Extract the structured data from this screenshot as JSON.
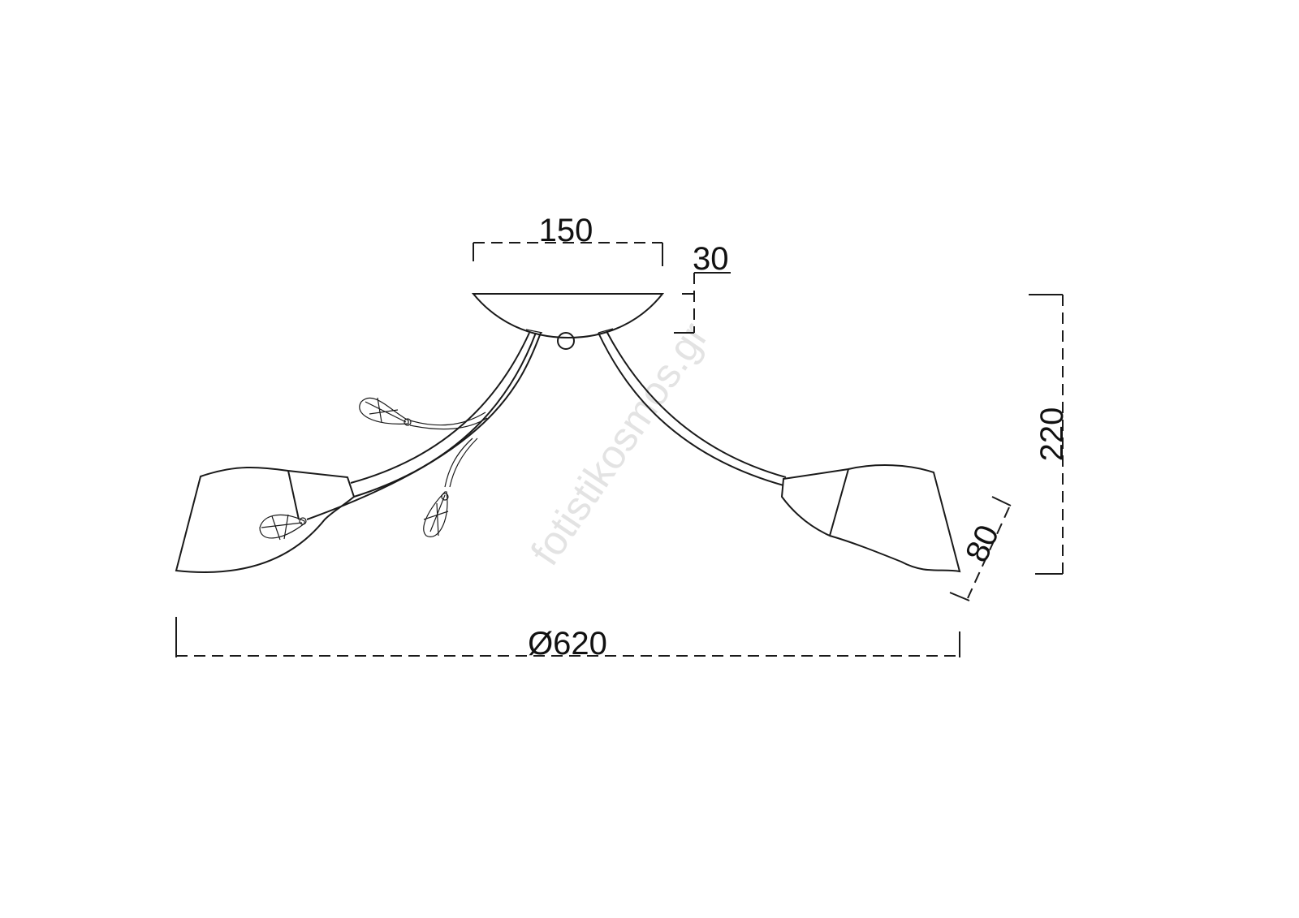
{
  "drawing": {
    "dimensions": {
      "canopy_width": "150",
      "canopy_height": "30",
      "total_height": "220",
      "shade_depth": "80",
      "diameter": "Ø620"
    },
    "watermark": "fotistikosmos.gr"
  }
}
